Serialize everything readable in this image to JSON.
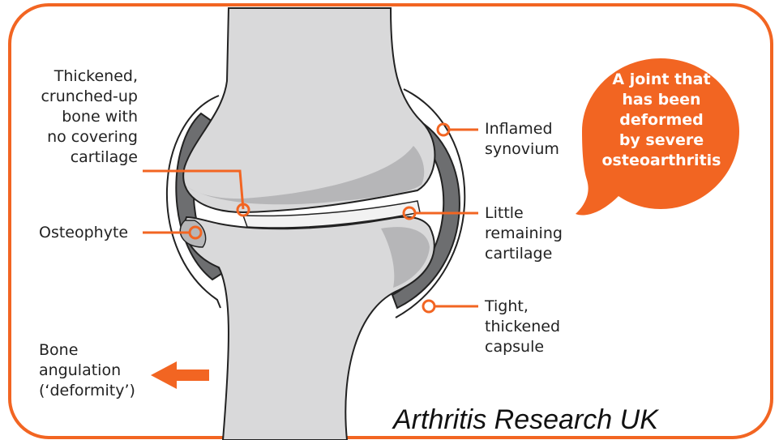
{
  "colors": {
    "accent": "#f26522",
    "bone": "#d9d9da",
    "bone_shadow": "#b6b6b8",
    "synovium": "#6d6e70",
    "outline": "#222222"
  },
  "labels": {
    "thickened_bone": "Thickened,\ncrunched-up\nbone with\nno covering\ncartilage",
    "osteophyte": "Osteophyte",
    "bone_angulation": "Bone\nangulation\n(‘deformity’)",
    "inflamed_synovium": "Inflamed\nsynovium",
    "little_cartilage": "Little\nremaining\ncartilage",
    "tight_capsule": "Tight,\nthickened\ncapsule"
  },
  "callout": {
    "text": "A joint that\nhas been\ndeformed\nby severe\nosteoarthritis"
  },
  "credit": "Arthritis Research UK"
}
